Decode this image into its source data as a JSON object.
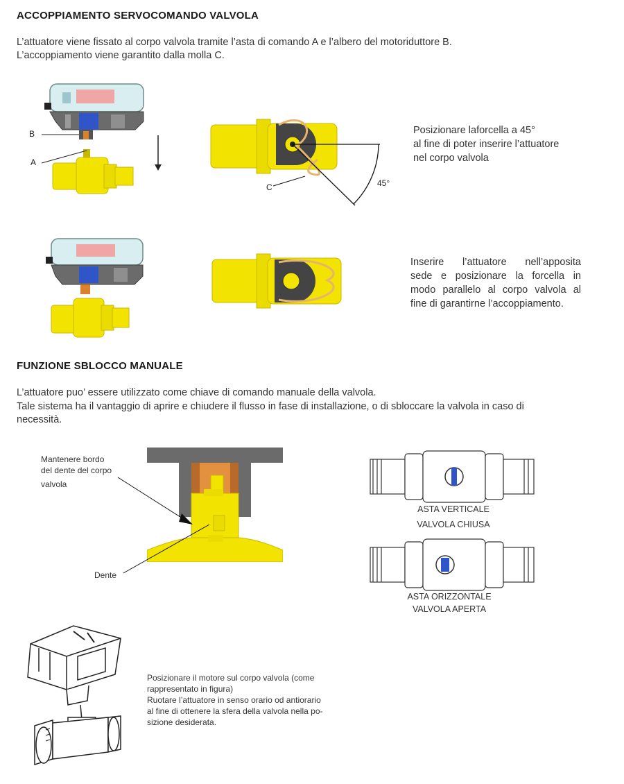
{
  "section1": {
    "heading": "ACCOPPIAMENTO SERVOCOMANDO VALVOLA",
    "intro_line1": "L’attuatore viene fissato al corpo valvola tramite l’asta di comando A e l’albero del motoriduttore B.",
    "intro_line2": "L’accoppiamento viene garantito dalla molla C.",
    "label_b": "B",
    "label_a": "A",
    "label_c": "C",
    "angle_label": "45°",
    "step1_text_lines": [
      "Posizionare laforcella a 45°",
      "al fine di poter inserire l’attuatore",
      "nel corpo valvola"
    ],
    "step2_text_lines": [
      "Inserire l’attuatore nell’apposita",
      "sede e posizionare la forcella in",
      "modo parallelo al corpo valvola al",
      "fine di garantirne l’accoppiamento."
    ]
  },
  "section2": {
    "heading": "FUNZIONE SBLOCCO MANUALE",
    "intro_line1": "L’attuatore puo’ essere utilizzato come chiave di comando manuale della valvola.",
    "intro_line2": "Tale sistema ha il vantaggio di aprire e chiudere il flusso in fase di installazione, o di sbloccare la valvola in caso di",
    "intro_line3": "necessità.",
    "callout_edge_lines": [
      "Mantenere bordo",
      "del dente del corpo",
      "valvola"
    ],
    "callout_tooth": "Dente",
    "valve_closed_lines": [
      "ASTA VERTICALE",
      "VALVOLA CHIUSA"
    ],
    "valve_open_lines": [
      "ASTA ORIZZONTALE",
      "VALVOLA APERTA"
    ],
    "final_text_lines": [
      "Posizionare il motore sul corpo valvola (come",
      "rappresentato in figura)",
      "Ruotare l’attuatore in senso orario od antiorario",
      "al fine di ottenere la sfera della valvola nella po-",
      "sizione desiderata."
    ]
  },
  "colors": {
    "brass": "#f2e400",
    "brass_dark": "#c9b800",
    "actuator_grey": "#5c5c5c",
    "copper": "#d9822b"
  }
}
